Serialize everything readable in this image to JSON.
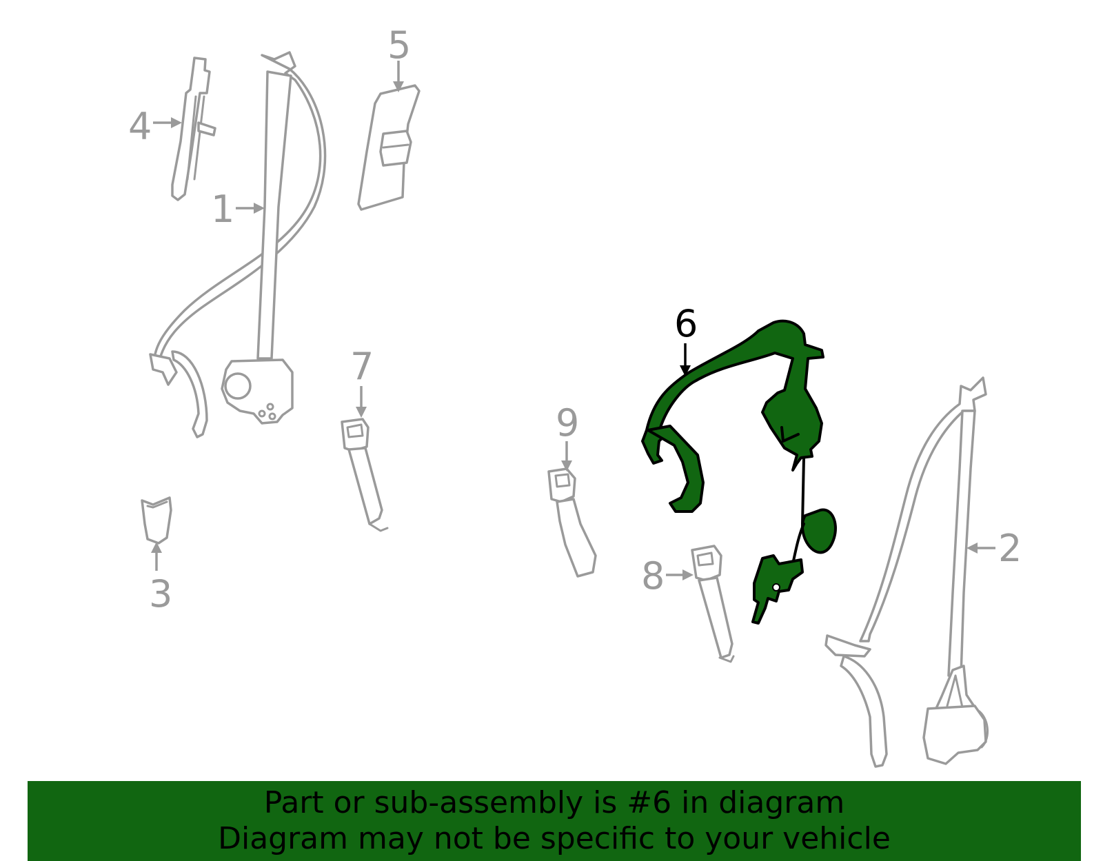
{
  "diagram": {
    "callouts": [
      {
        "id": "1",
        "label": "1"
      },
      {
        "id": "2",
        "label": "2"
      },
      {
        "id": "3",
        "label": "3"
      },
      {
        "id": "4",
        "label": "4"
      },
      {
        "id": "5",
        "label": "5"
      },
      {
        "id": "6",
        "label": "6",
        "highlighted": true
      },
      {
        "id": "7",
        "label": "7"
      },
      {
        "id": "8",
        "label": "8"
      },
      {
        "id": "9",
        "label": "9"
      }
    ],
    "colors": {
      "highlight": "#116611",
      "outline": "#9a9a9a",
      "banner": "#116611"
    }
  },
  "banner": {
    "line1": "Part or sub-assembly is #6 in diagram",
    "line2": "Diagram may not be specific to your vehicle"
  }
}
